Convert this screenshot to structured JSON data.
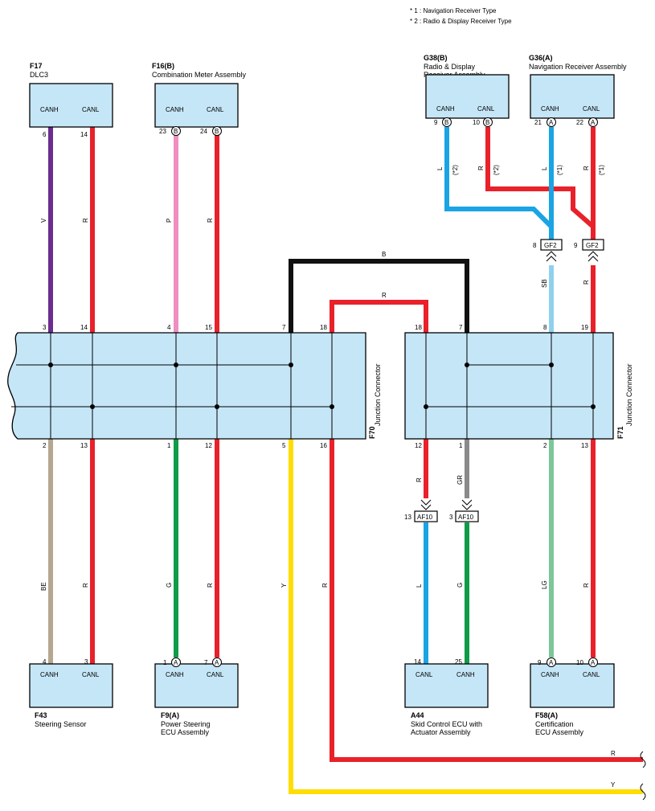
{
  "notes": [
    "* 1 : Navigation Receiver Type",
    "* 2 : Radio & Display Receiver Type"
  ],
  "colors": {
    "box": "#c5e6f7",
    "R": "#e8212a",
    "V": "#6a2c8f",
    "P": "#ef8ec0",
    "B": "#111111",
    "L": "#1aa4e4",
    "SB": "#8fd0ee",
    "BE": "#b5a68f",
    "G": "#0f9b48",
    "Y": "#ffdd00",
    "GR": "#8a8a8a",
    "LG": "#7cc699"
  },
  "components": {
    "f17": {
      "code": "F17",
      "name": "DLC3",
      "pins": [
        {
          "label": "CANH",
          "num": "6"
        },
        {
          "label": "CANL",
          "num": "14"
        }
      ]
    },
    "f16": {
      "code": "F16(B)",
      "name": "Combination Meter Assembly",
      "pins": [
        {
          "label": "CANH",
          "num": "23",
          "conn": "B"
        },
        {
          "label": "CANL",
          "num": "24",
          "conn": "B"
        }
      ]
    },
    "g38": {
      "code": "G38(B)",
      "name1": "Radio & Display",
      "name2": "Receiver Assembly",
      "pins": [
        {
          "label": "CANH",
          "num": "9",
          "conn": "B"
        },
        {
          "label": "CANL",
          "num": "10",
          "conn": "B"
        }
      ]
    },
    "g36": {
      "code": "G36(A)",
      "name": "Navigation Receiver Assembly",
      "pins": [
        {
          "label": "CANH",
          "num": "21",
          "conn": "A"
        },
        {
          "label": "CANL",
          "num": "22",
          "conn": "A"
        }
      ]
    },
    "f43": {
      "code": "F43",
      "name": "Steering Sensor",
      "pins": [
        {
          "label": "CANH",
          "num": "4"
        },
        {
          "label": "CANL",
          "num": "3"
        }
      ]
    },
    "f9": {
      "code": "F9(A)",
      "name1": "Power Steering",
      "name2": "ECU Assembly",
      "pins": [
        {
          "label": "CANH",
          "num": "1",
          "conn": "A"
        },
        {
          "label": "CANL",
          "num": "7",
          "conn": "A"
        }
      ]
    },
    "a44": {
      "code": "A44",
      "name1": "Skid Control ECU with",
      "name2": "Actuator Assembly",
      "pins": [
        {
          "label": "CANL",
          "num": "14"
        },
        {
          "label": "CANH",
          "num": "25"
        }
      ]
    },
    "f58": {
      "code": "F58(A)",
      "name1": "Certification",
      "name2": "ECU Assembly",
      "pins": [
        {
          "label": "CANH",
          "num": "9",
          "conn": "A"
        },
        {
          "label": "CANL",
          "num": "10",
          "conn": "A"
        }
      ]
    }
  },
  "junctions": {
    "f70": {
      "code": "F70",
      "name": "Junction Connector",
      "top_pins": [
        "3",
        "14",
        "4",
        "15",
        "7",
        "18"
      ],
      "bottom_pins": [
        "2",
        "13",
        "1",
        "12",
        "5",
        "16"
      ]
    },
    "f71": {
      "code": "F71",
      "name": "Junction Connector",
      "top_pins": [
        "18",
        "7",
        "8",
        "19"
      ],
      "bottom_pins": [
        "12",
        "1",
        "2",
        "13"
      ]
    }
  },
  "connectors": {
    "gf2_a": {
      "name": "GF2",
      "pin": "8"
    },
    "gf2_b": {
      "name": "GF2",
      "pin": "9"
    },
    "af10_a": {
      "name": "AF10",
      "pin": "13"
    },
    "af10_b": {
      "name": "AF10",
      "pin": "3"
    }
  },
  "wire_labels": {
    "f17_h": "V",
    "f17_l": "R",
    "f16_h": "P",
    "f16_l": "R",
    "g38_h": "L",
    "g38_h_note": "(*2)",
    "g38_l": "R",
    "g38_l_note": "(*2)",
    "g36_h": "L",
    "g36_h_note": "(*1)",
    "g36_l": "R",
    "g36_l_note": "(*1)",
    "gf2_h": "SB",
    "gf2_l": "R",
    "bridge_b": "B",
    "bridge_r": "R",
    "f43_h": "BE",
    "f43_l": "R",
    "f9_h": "G",
    "f9_l": "R",
    "out_y": "Y",
    "out_r": "R",
    "af10_in_l": "R",
    "af10_in_h": "GR",
    "a44_l": "L",
    "a44_h": "G",
    "f58_h": "LG",
    "f58_l": "R",
    "exit_r": "R",
    "exit_y": "Y"
  }
}
